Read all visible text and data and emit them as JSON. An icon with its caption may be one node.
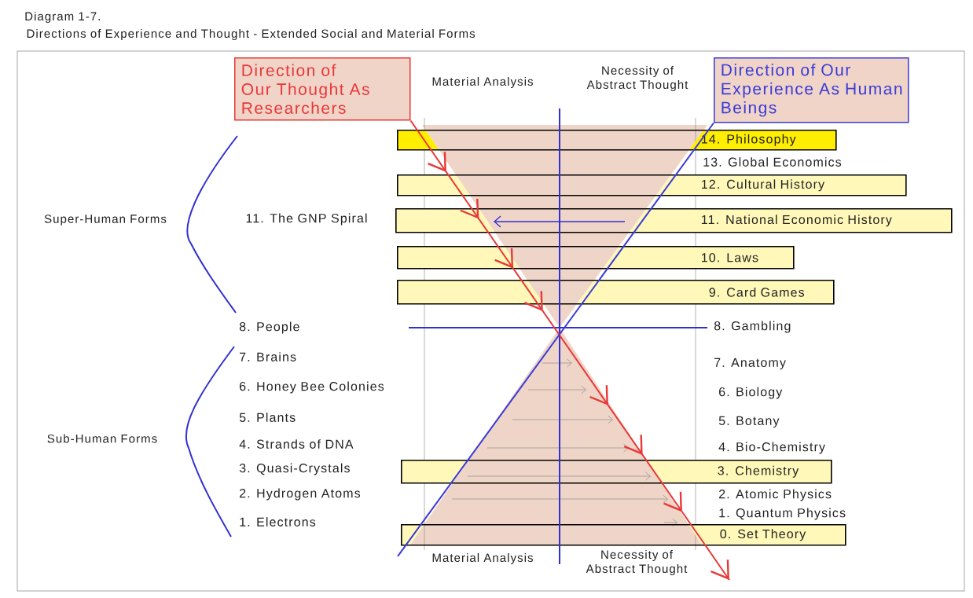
{
  "diagram": {
    "title": "Directions of Experience and Thought - Extended Social and Material Forms",
    "nodes": [
      {
        "text": [
          "Direction of Our Thought As Researchers"
        ]
      },
      {
        "text": [
          "Direction of Our Experience As Human Beings"
        ]
      },
      {
        "text": [
          "14. Philosophy"
        ]
      },
      {
        "text": [
          "12. Cultural History"
        ]
      },
      {
        "text": [
          "11. National Economic History"
        ]
      },
      {
        "text": [
          "10. Laws"
        ]
      },
      {
        "text": [
          "9. Card Games"
        ]
      },
      {
        "text": [
          "3. Chemistry"
        ]
      },
      {
        "text": [
          "0. Set Theory"
        ]
      }
    ],
    "edges": [
      {
        "from": 0,
        "to": null,
        "arrow": "to",
        "color": "#e83838"
      },
      {
        "from": 1,
        "to": null,
        "arrow": "none",
        "color": "#3a3ad8"
      }
    ],
    "labels": [
      "Diagram 1-7.",
      "Material Analysis",
      "Necessity of Abstract Thought",
      "13. Global Economics",
      "Super-Human Forms",
      "11. The GNP Spiral",
      "8. People",
      "8. Gambling",
      "7. Brains",
      "7. Anatomy",
      "6. Honey Bee Colonies",
      "6. Biology",
      "5. Plants",
      "5. Botany",
      "Sub-Human Forms",
      "4. Strands of DNA",
      "4. Bio-Chemistry",
      "3. Quasi-Crystals",
      "2. Hydrogen Atoms",
      "2. Atomic Physics",
      "1. Quantum Physics",
      "1. Electrons",
      "Material Analysis",
      "Necessity of Abstract Thought"
    ]
  }
}
